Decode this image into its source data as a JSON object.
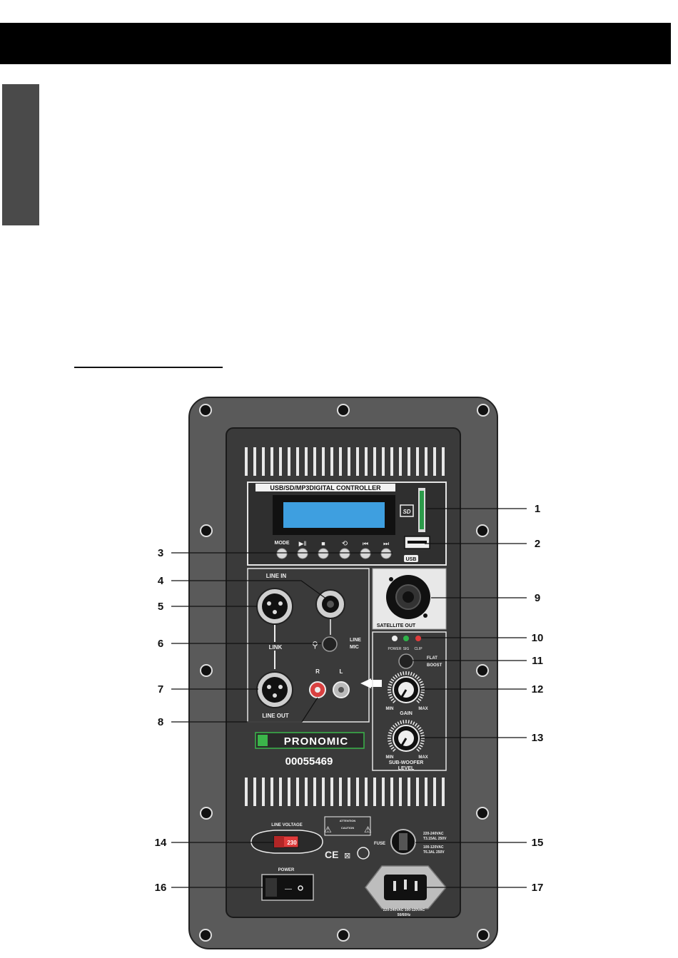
{
  "panel": {
    "controller_title": "USB/SD/MP3DIGITAL CONTROLLER",
    "buttons": {
      "mode": "MODE",
      "play_pause": "▶‖",
      "stop": "■",
      "repeat": "⟲",
      "prev": "⏮",
      "next": "⏭"
    },
    "usb_label": "USB",
    "line_in": "LINE IN",
    "link": "LINK",
    "line_out": "LINE OUT",
    "rca_r": "R",
    "rca_l": "L",
    "line_mic_line": "LINE",
    "line_mic_mic": "MIC",
    "satellite_out": "SATELLITE OUT",
    "led_power": "POWER",
    "led_sig": "SIG",
    "led_clip": "CLIP",
    "eq_flat": "FLAT",
    "eq_boost": "BOOST",
    "gain_min": "MIN",
    "gain_max": "MAX",
    "gain": "GAIN",
    "sub_min": "MIN",
    "sub_max": "MAX",
    "sub_level_1": "SUB-WOOFER",
    "sub_level_2": "LEVEL",
    "brand": "PRONOMIC",
    "model_number": "00055469",
    "attention": "ATTENTION",
    "caution": "CAUTION",
    "line_voltage": "LINE VOLTAGE",
    "voltage_value": "230",
    "fuse": "FUSE",
    "fuse_spec_1": "220-240VAC",
    "fuse_spec_2": "T3.15AL 250V",
    "fuse_spec_3": "100-120VAC",
    "fuse_spec_4": "T6.3AL 250V",
    "power": "POWER",
    "mains_1": "220-240VAC  100-120VAC",
    "mains_2": "50/60Hz",
    "ce": "CE"
  },
  "callouts": [
    "1",
    "2",
    "3",
    "4",
    "5",
    "6",
    "7",
    "8",
    "9",
    "10",
    "11",
    "12",
    "13",
    "14",
    "15",
    "16",
    "17"
  ]
}
